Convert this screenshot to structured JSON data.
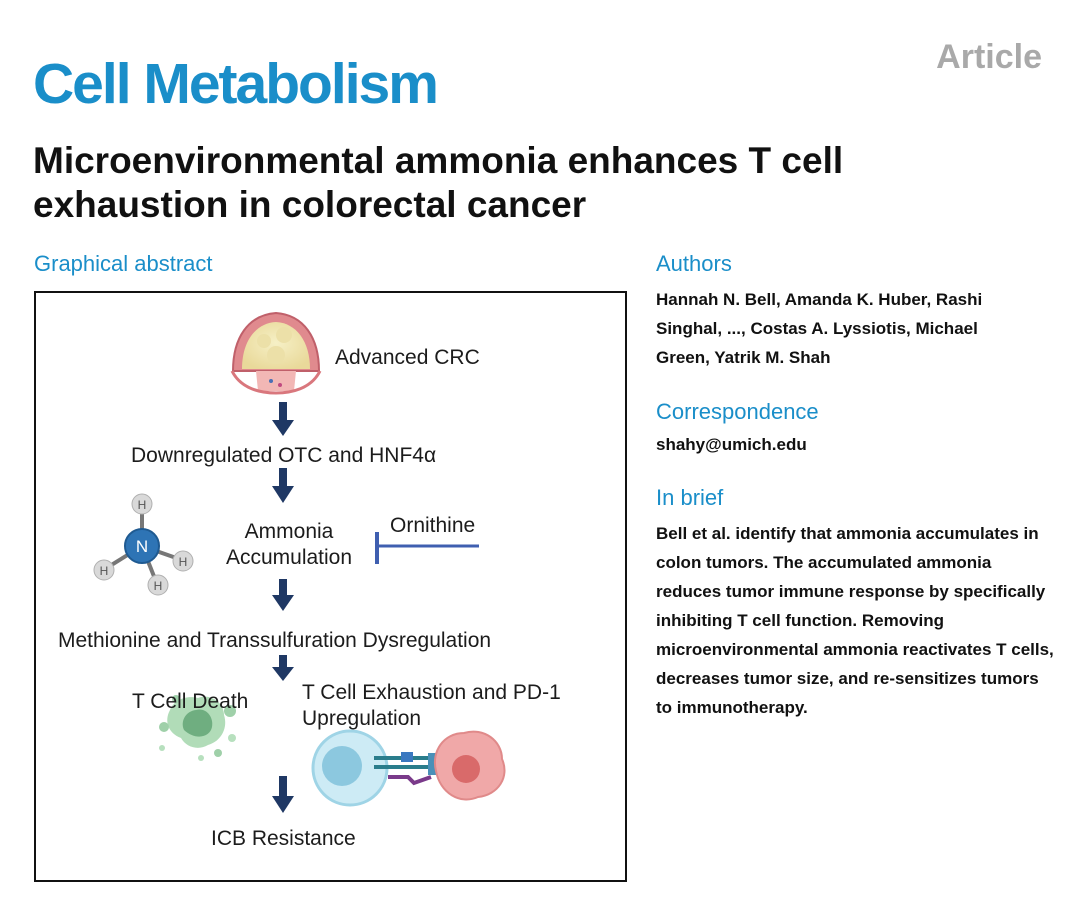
{
  "header": {
    "journal": "Cell Metabolism",
    "article_type": "Article",
    "title": "Microenvironmental ammonia enhances T cell exhaustion in colorectal cancer"
  },
  "graphical_abstract": {
    "heading": "Graphical abstract",
    "labels": {
      "advanced_crc": "Advanced CRC",
      "downregulated": "Downregulated OTC and HNF4α",
      "ammonia_line1": "Ammonia",
      "ammonia_line2": "Accumulation",
      "ornithine": "Ornithine",
      "methionine": "Methionine and Transsulfuration Dysregulation",
      "t_cell_death": "T Cell Death",
      "exhaustion_line1": "T Cell Exhaustion and PD-1",
      "exhaustion_line2": "Upregulation",
      "icb": "ICB Resistance"
    },
    "molecule": {
      "center": "N",
      "hydrogen": "H"
    },
    "colors": {
      "arrow": "#1f3864",
      "inhibitor": "#3f5fb0",
      "nitrogen": "#2e74b5",
      "hydrogen": "#d9d9d9",
      "dead_cell": "#7fbf8f",
      "t_cell": "#9fd4e6",
      "tumor_cell": "#e88a8a"
    }
  },
  "authors": {
    "heading": "Authors",
    "text": "Hannah N. Bell, Amanda K. Huber, Rashi Singhal, ..., Costas A. Lyssiotis, Michael Green, Yatrik M. Shah"
  },
  "correspondence": {
    "heading": "Correspondence",
    "email": "shahy@umich.edu"
  },
  "in_brief": {
    "heading": "In brief",
    "text": "Bell et al. identify that ammonia accumulates in colon tumors. The accumulated ammonia reduces tumor immune response by specifically inhibiting T cell function. Removing microenvironmental ammonia reactivates T cells, decreases tumor size, and re-sensitizes tumors to immunotherapy."
  },
  "theme": {
    "accent": "#1a8ec9",
    "muted": "#a9a9a9"
  }
}
